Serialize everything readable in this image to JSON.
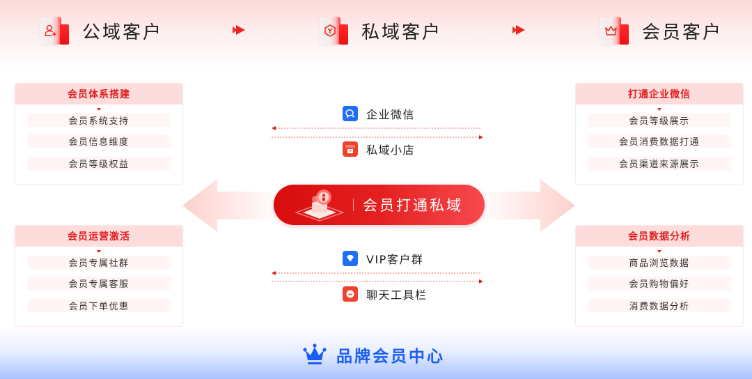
{
  "stages": [
    {
      "label": "公域客户",
      "icon": "user-add-icon"
    },
    {
      "label": "私域客户",
      "icon": "cube-icon"
    },
    {
      "label": "会员客户",
      "icon": "crown-icon"
    }
  ],
  "panels": {
    "top_left": {
      "title": "会员体系搭建",
      "items": [
        "会员系统支持",
        "会员信息维度",
        "会员等级权益"
      ]
    },
    "bottom_left": {
      "title": "会员运营激活",
      "items": [
        "会员专属社群",
        "会员专属客服",
        "会员下单优惠"
      ]
    },
    "top_right": {
      "title": "打通企业微信",
      "items": [
        "会员等级展示",
        "会员消费数据打通",
        "会员渠道来源展示"
      ]
    },
    "bottom_right": {
      "title": "会员数据分析",
      "items": [
        "商品浏览数据",
        "会员购物偏好",
        "消费数据分析"
      ]
    }
  },
  "channels": {
    "top": [
      {
        "label": "企业微信",
        "icon": "wecom-icon",
        "color": "#1f6ef5"
      },
      {
        "label": "私域小店",
        "icon": "shop-icon",
        "color": "#f0412c"
      }
    ],
    "bottom": [
      {
        "label": "VIP客户群",
        "icon": "diamond-icon",
        "color": "#1f6ef5"
      },
      {
        "label": "聊天工具栏",
        "icon": "chat-toolbar-icon",
        "color": "#f0412c"
      }
    ]
  },
  "core": {
    "label": "会员打通私域"
  },
  "footer": {
    "label": "品牌会员中心"
  },
  "colors": {
    "accent_red": "#e02020",
    "panel_header_bg": "#fddcdc",
    "footer_blue": "#1a5cf5"
  }
}
